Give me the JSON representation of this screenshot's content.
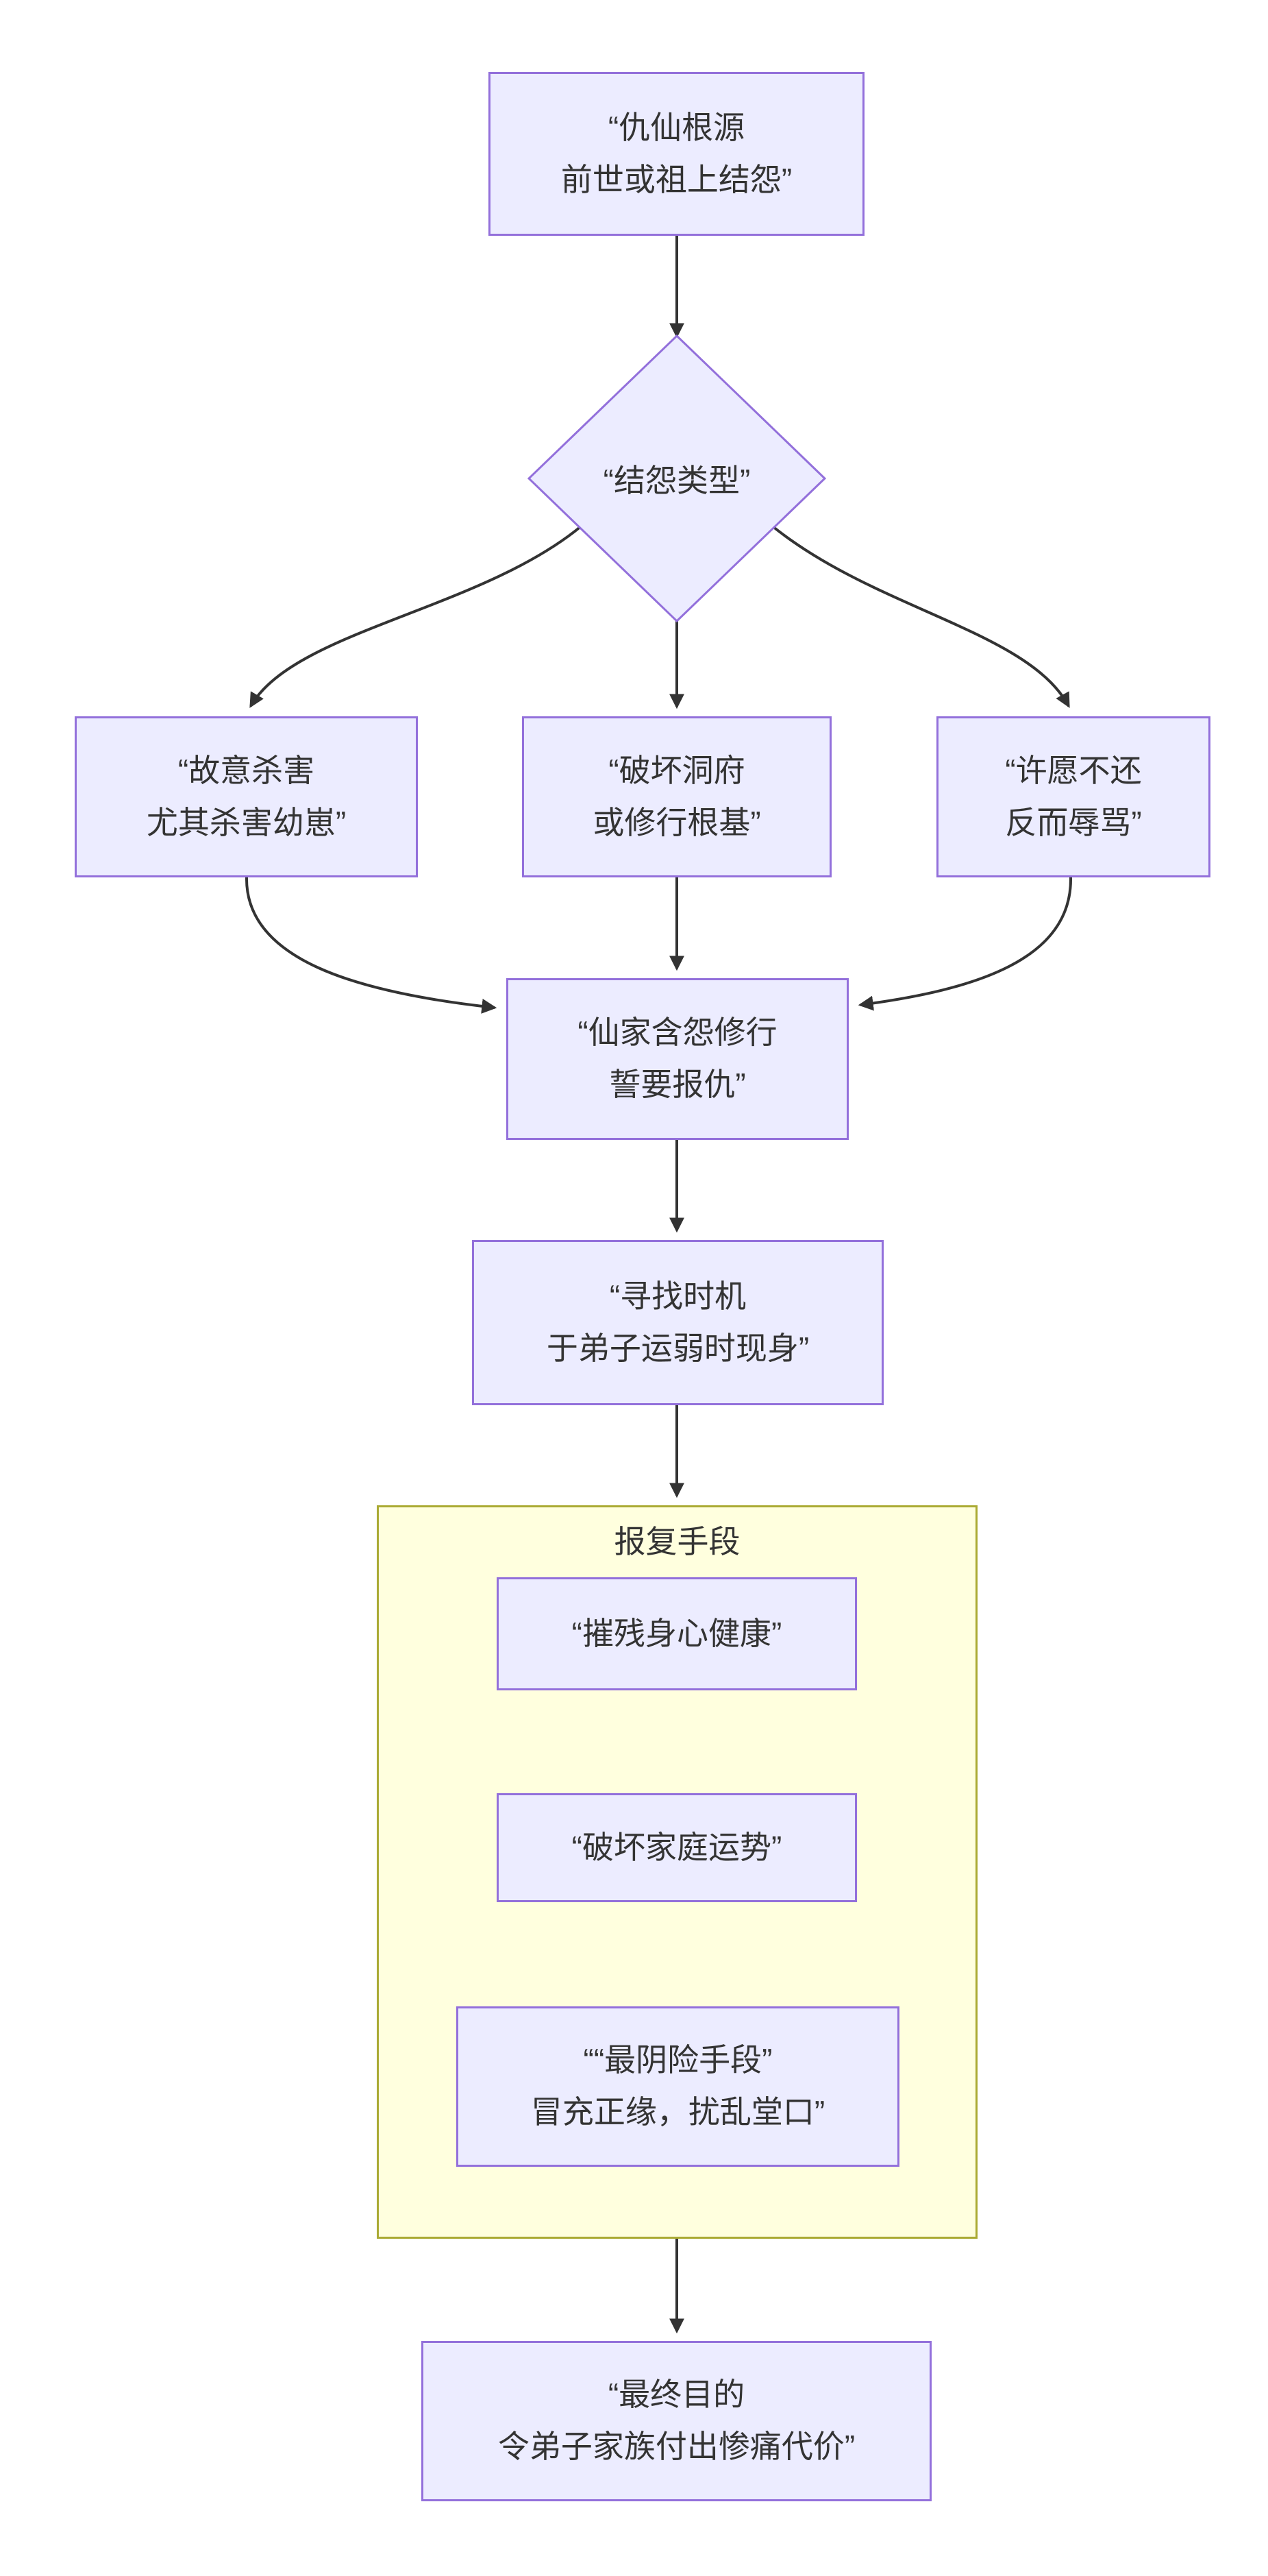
{
  "diagram": {
    "type": "flowchart-top-down",
    "colors": {
      "node_fill": "#ECECFF",
      "node_border": "#9370DB",
      "subgraph_fill": "#FFFFDE",
      "subgraph_border": "#AAAA33",
      "edge_color": "#333333",
      "text_color": "#333333",
      "background": "#FFFFFF"
    }
  },
  "nodes": {
    "root": {
      "line1": "“仇仙根源",
      "line2": "前世或祖上结怨”"
    },
    "decision": {
      "label": "“结怨类型”"
    },
    "kill": {
      "line1": "“故意杀害",
      "line2": "尤其杀害幼崽”"
    },
    "cave": {
      "line1": "“破坏洞府",
      "line2": "或修行根基”"
    },
    "wish": {
      "line1": "“许愿不还",
      "line2": "反而辱骂”"
    },
    "vow": {
      "line1": "“仙家含怨修行",
      "line2": "誓要报仇”"
    },
    "seek": {
      "line1": "“寻找时机",
      "line2": "于弟子运弱时现身”"
    },
    "subgraph": {
      "title": "报复手段"
    },
    "health": {
      "label": "“摧残身心健康”"
    },
    "family": {
      "label": "“破坏家庭运势”"
    },
    "impostor": {
      "line1": "““最阴险手段”",
      "line2": "冒充正缘，扰乱堂口”"
    },
    "goal": {
      "line1": "“最终目的",
      "line2": "令弟子家族付出惨痛代价”"
    }
  },
  "edges": [
    {
      "from": "root",
      "to": "decision"
    },
    {
      "from": "decision",
      "to": "kill"
    },
    {
      "from": "decision",
      "to": "cave"
    },
    {
      "from": "decision",
      "to": "wish"
    },
    {
      "from": "kill",
      "to": "vow"
    },
    {
      "from": "cave",
      "to": "vow"
    },
    {
      "from": "wish",
      "to": "vow"
    },
    {
      "from": "vow",
      "to": "seek"
    },
    {
      "from": "seek",
      "to": "subgraph"
    },
    {
      "from": "subgraph",
      "to": "goal"
    }
  ]
}
